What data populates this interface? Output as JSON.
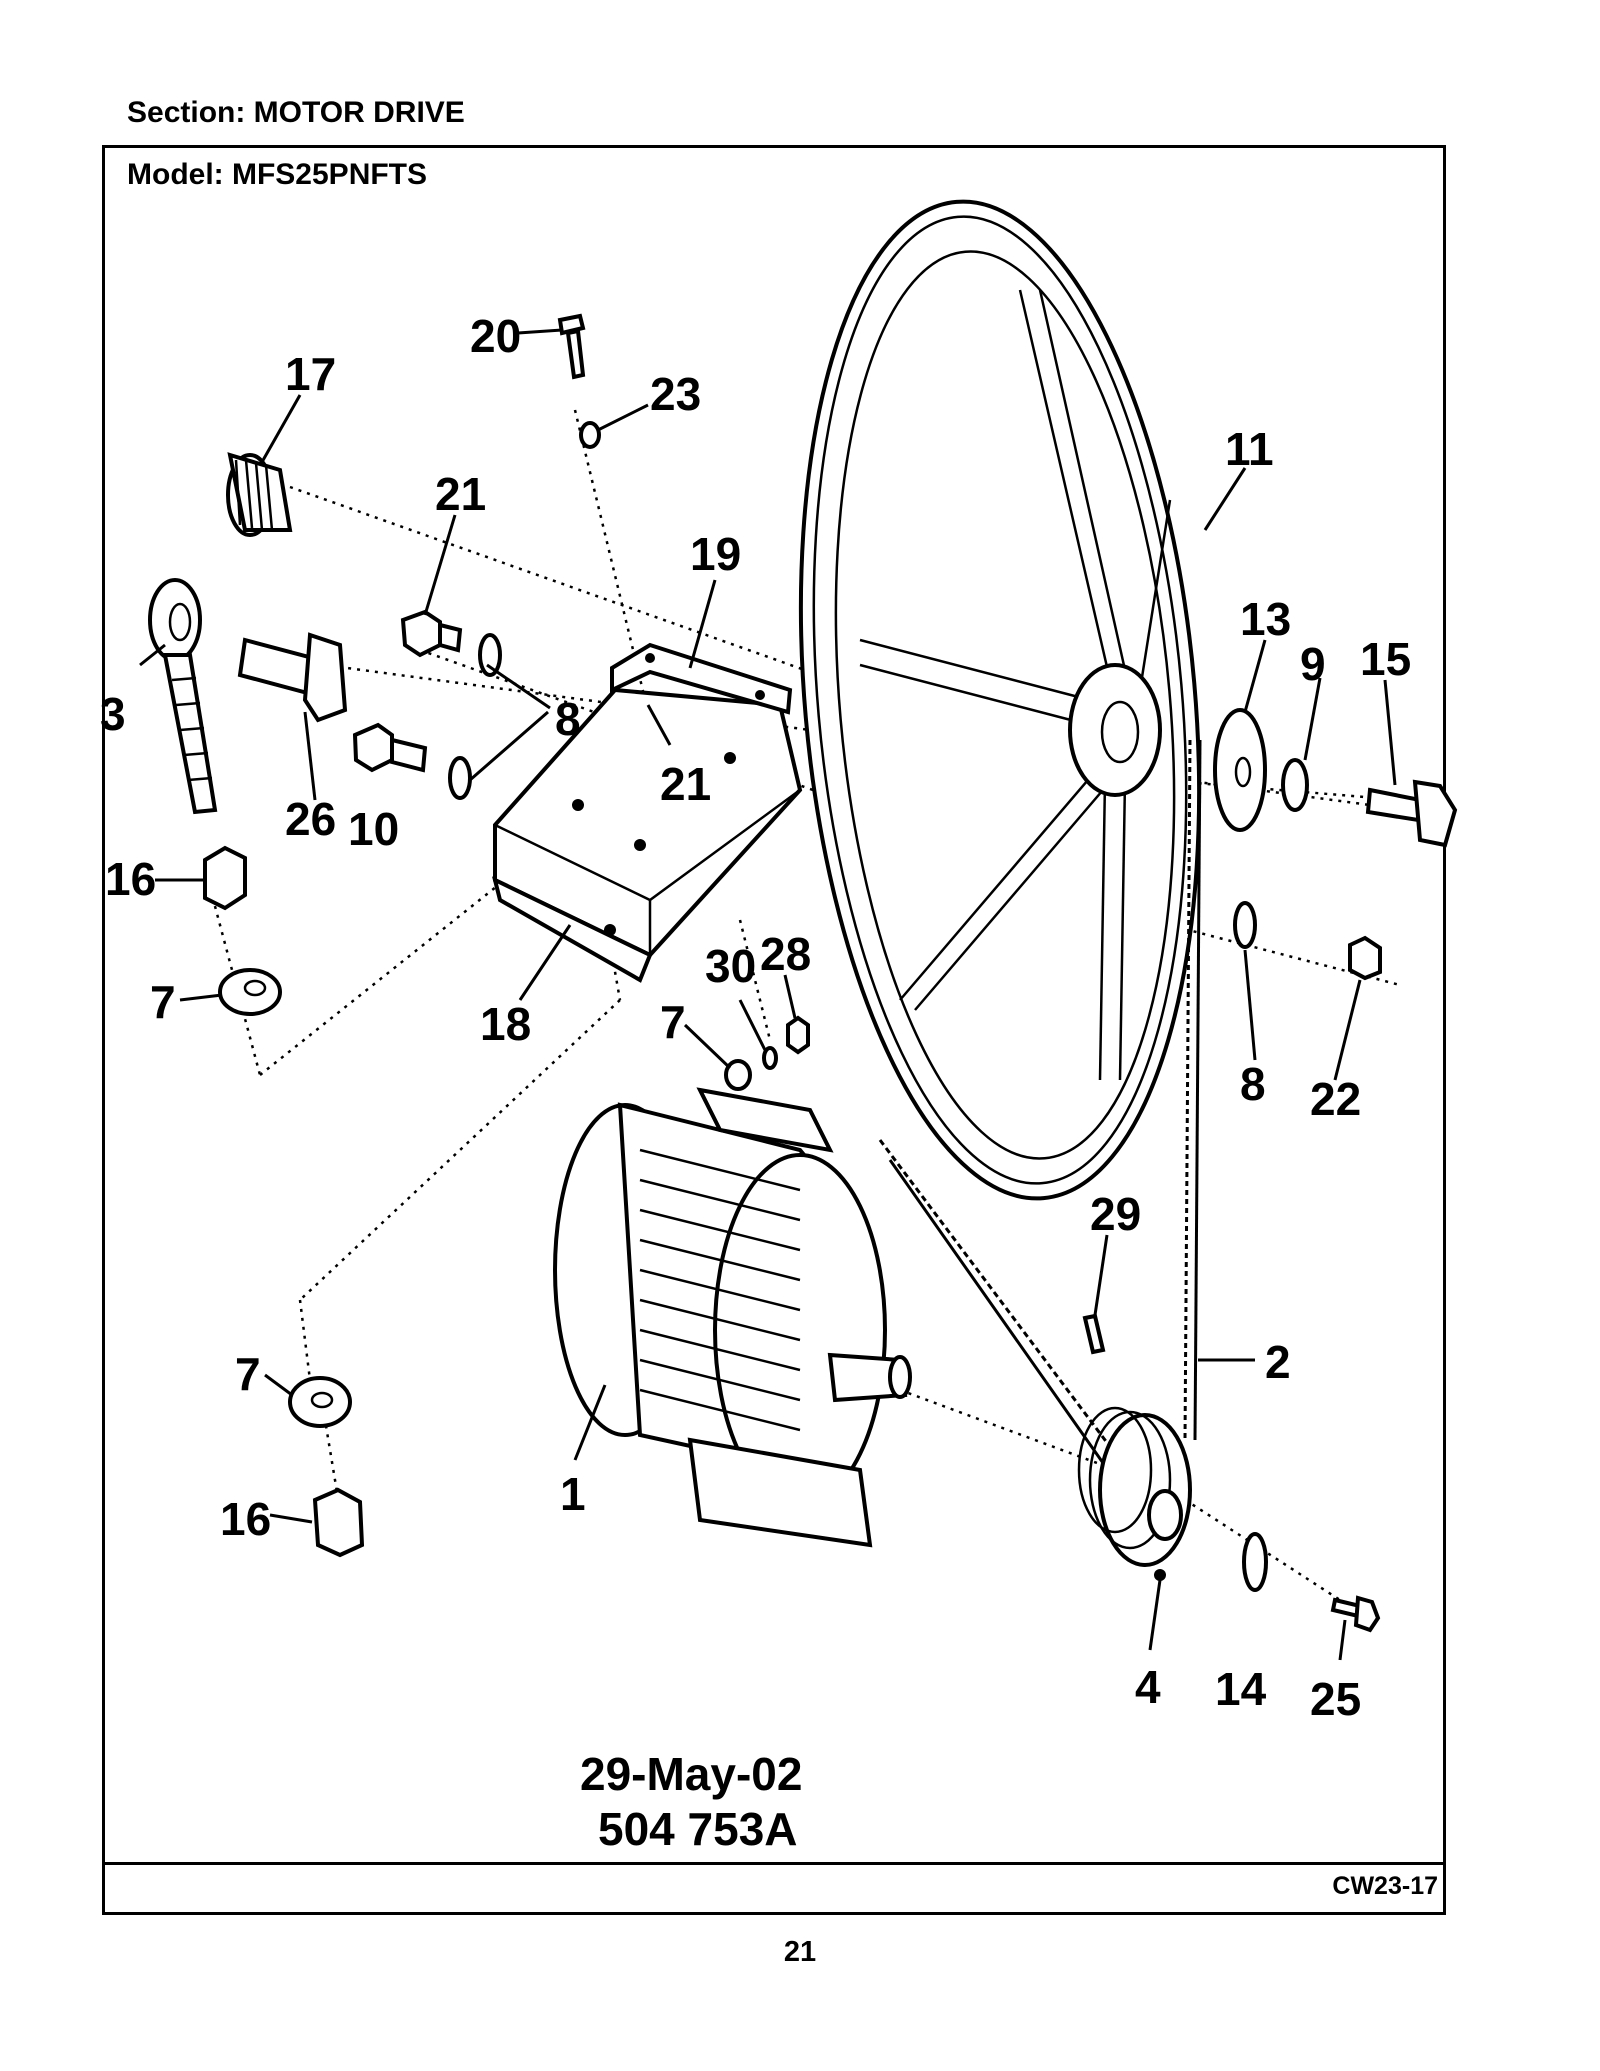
{
  "header": {
    "section": "Section:  MOTOR DRIVE",
    "model": "Model:  MFS25PNFTS"
  },
  "footer": {
    "code": "CW23-17",
    "page_number": "21"
  },
  "drawing": {
    "date": "29-May-02",
    "drawing_number": "504 753A"
  },
  "callouts": {
    "c1": "1",
    "c2": "2",
    "c3": "3",
    "c4": "4",
    "c7a": "7",
    "c7b": "7",
    "c7c": "7",
    "c8a": "8",
    "c8b": "8",
    "c9": "9",
    "c10": "10",
    "c11": "11",
    "c13": "13",
    "c14": "14",
    "c15": "15",
    "c16a": "16",
    "c16b": "16",
    "c17": "17",
    "c18": "18",
    "c19": "19",
    "c20": "20",
    "c21a": "21",
    "c21b": "21",
    "c22": "22",
    "c23": "23",
    "c25": "25",
    "c26": "26",
    "c28": "28",
    "c29": "29",
    "c30": "30"
  }
}
